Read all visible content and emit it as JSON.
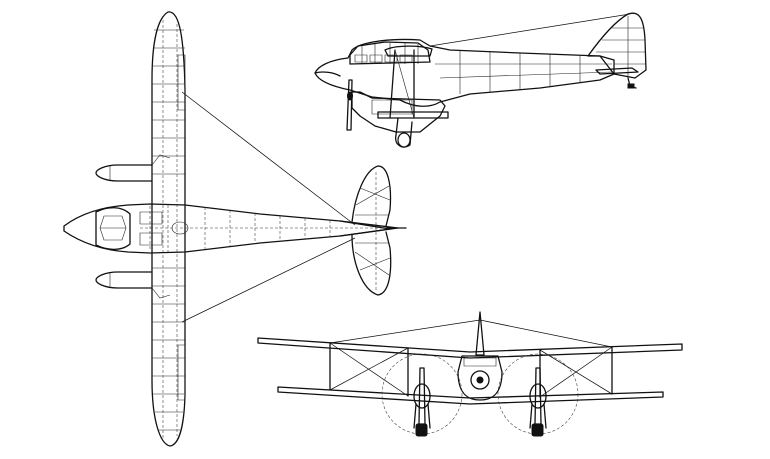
{
  "drawing": {
    "subject": "biplane-three-view",
    "views": [
      "plan-view",
      "side-view",
      "front-view"
    ],
    "line_color": "#111111",
    "background_color": "#ffffff"
  }
}
